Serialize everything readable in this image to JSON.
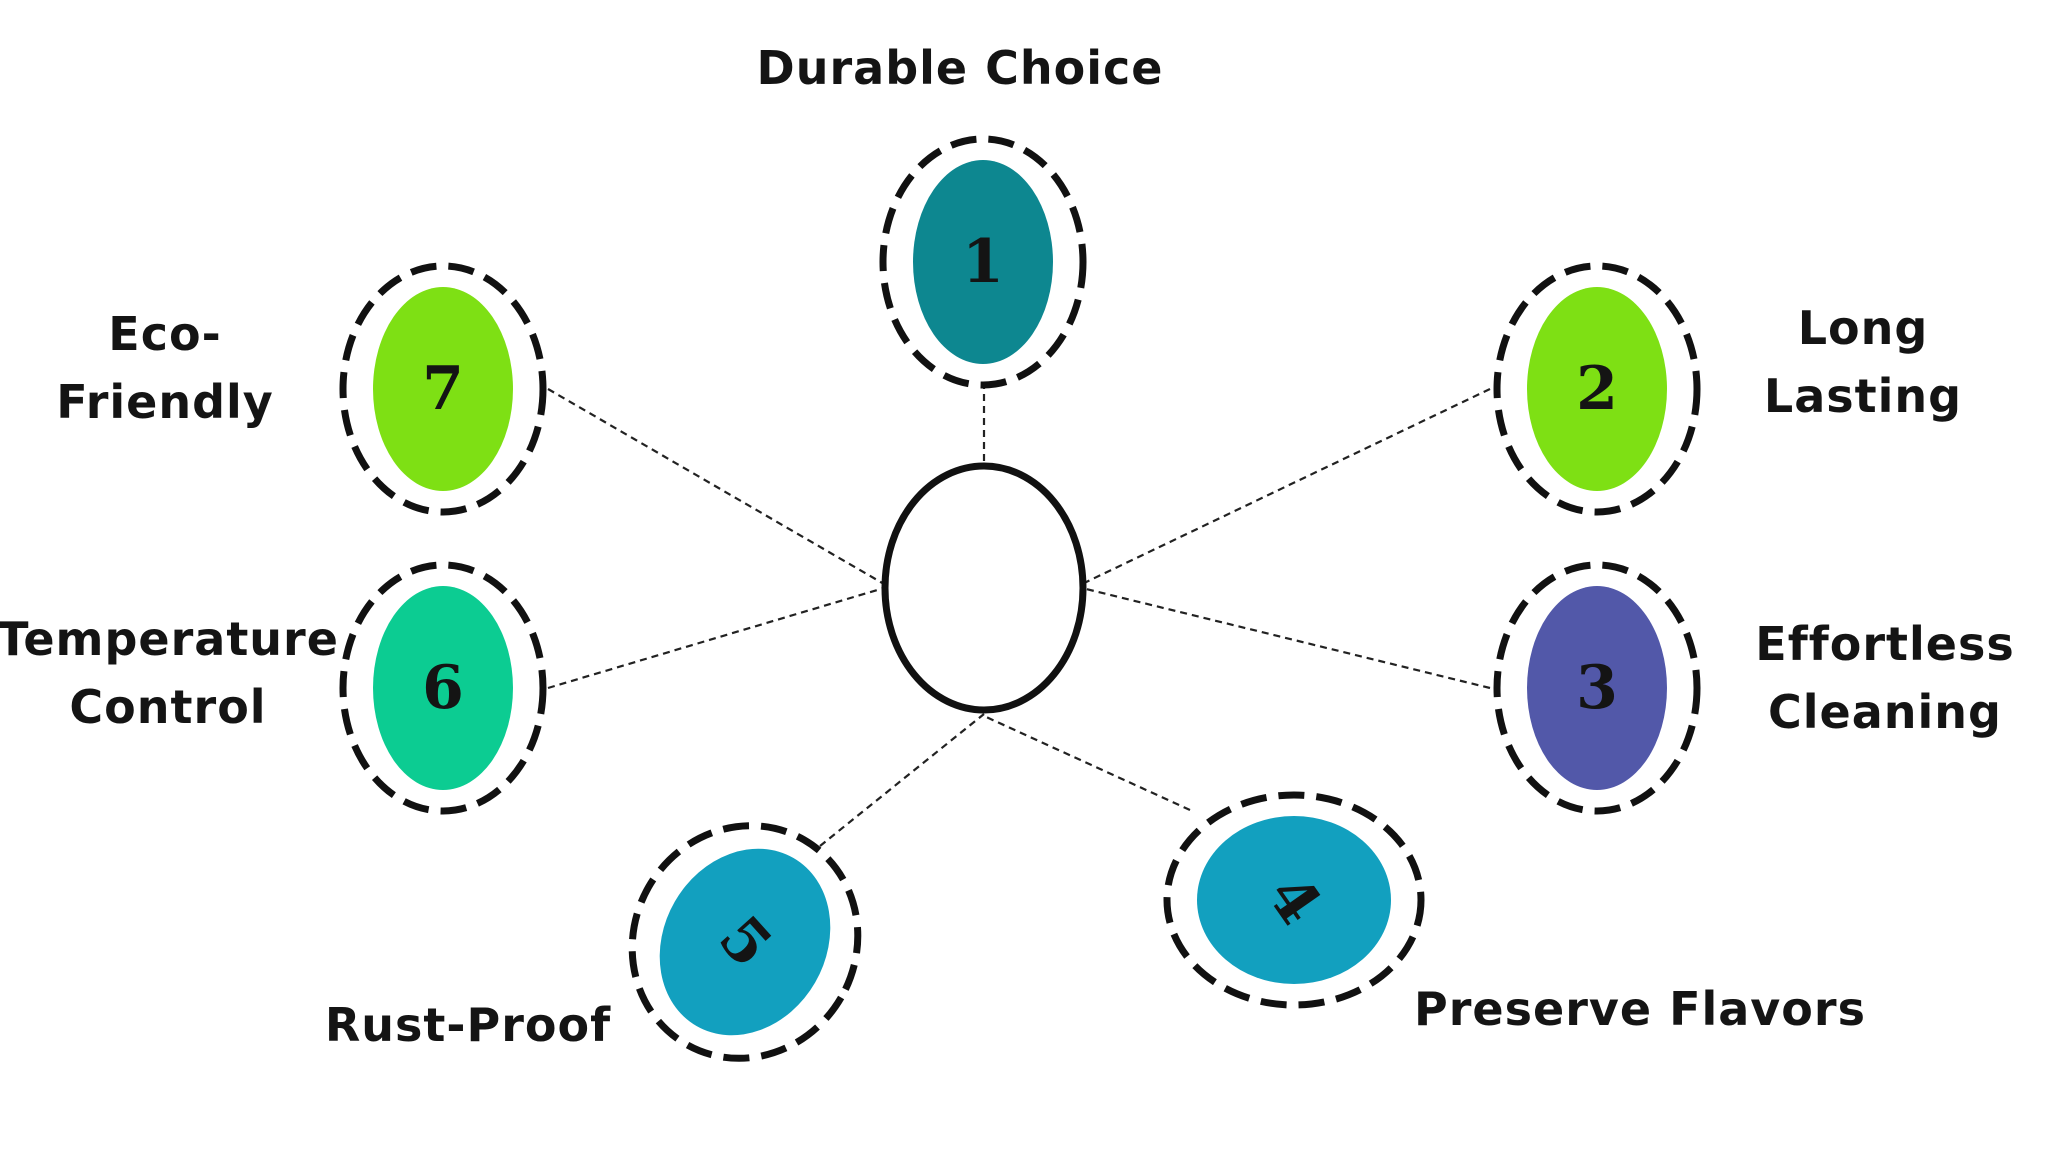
{
  "diagram": {
    "center": {
      "label": ""
    },
    "nodes": [
      {
        "number": "1",
        "color": "#0d8790",
        "label_lines": [
          "Durable Choice"
        ]
      },
      {
        "number": "2",
        "color": "#7ee014",
        "label_lines": [
          "Long",
          "Lasting"
        ]
      },
      {
        "number": "3",
        "color": "#5258a9",
        "label_lines": [
          "Effortless",
          "Cleaning"
        ]
      },
      {
        "number": "4",
        "color": "#12a0bf",
        "label_lines": [
          "Preserve Flavors"
        ]
      },
      {
        "number": "5",
        "color": "#12a0bf",
        "label_lines": [
          "Rust-Proof"
        ]
      },
      {
        "number": "6",
        "color": "#0ccc92",
        "label_lines": [
          "Temperature",
          "Control"
        ]
      },
      {
        "number": "7",
        "color": "#7ee014",
        "label_lines": [
          "Eco-",
          "Friendly"
        ]
      }
    ]
  }
}
